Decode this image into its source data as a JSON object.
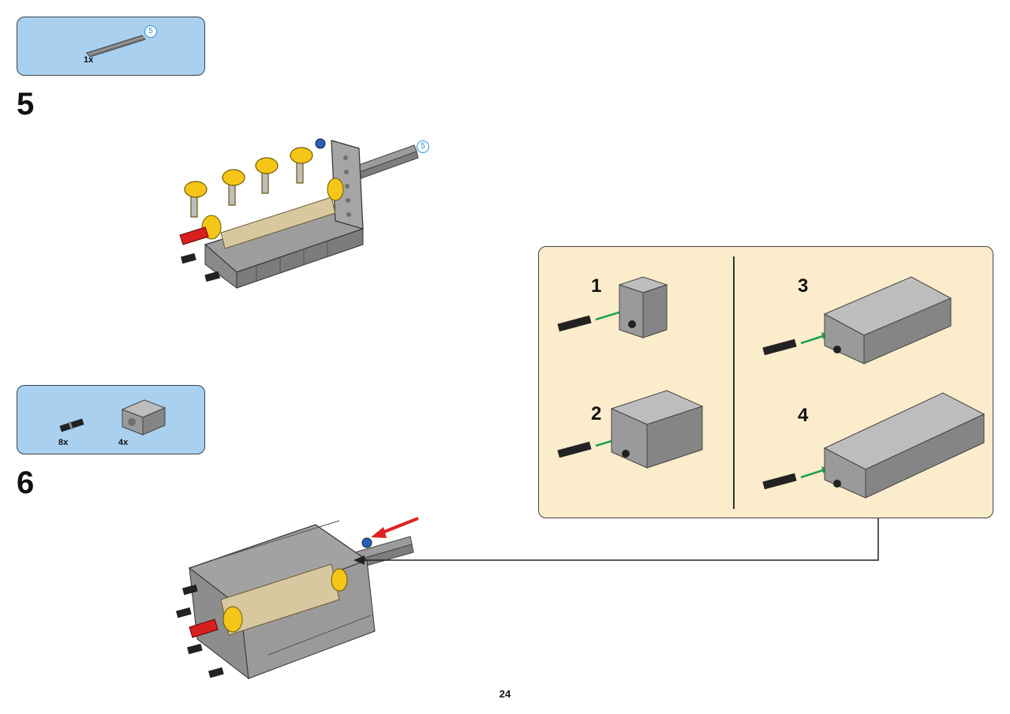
{
  "page": {
    "number": "24"
  },
  "step5": {
    "number": "5",
    "parts": [
      {
        "name": "axle",
        "quantity": "1x",
        "length_label": "5"
      }
    ],
    "model_axle_label": "5"
  },
  "step6": {
    "number": "6",
    "parts": [
      {
        "name": "pin",
        "quantity": "8x"
      },
      {
        "name": "cylinder-block",
        "quantity": "4x"
      }
    ]
  },
  "callout": {
    "substeps": [
      {
        "number": "1"
      },
      {
        "number": "2"
      },
      {
        "number": "3"
      },
      {
        "number": "4"
      }
    ]
  },
  "colors": {
    "parts_box_bg": "#a9d0ef",
    "callout_bg": "#fbeccb",
    "brick_gray": "#a9a9a9",
    "piston_yellow": "#f5c518",
    "crank_tan": "#d8c8a0",
    "axle_red": "#d62020",
    "insert_arrow_green": "#1aa04a",
    "attention_arrow_red": "#e02020"
  }
}
